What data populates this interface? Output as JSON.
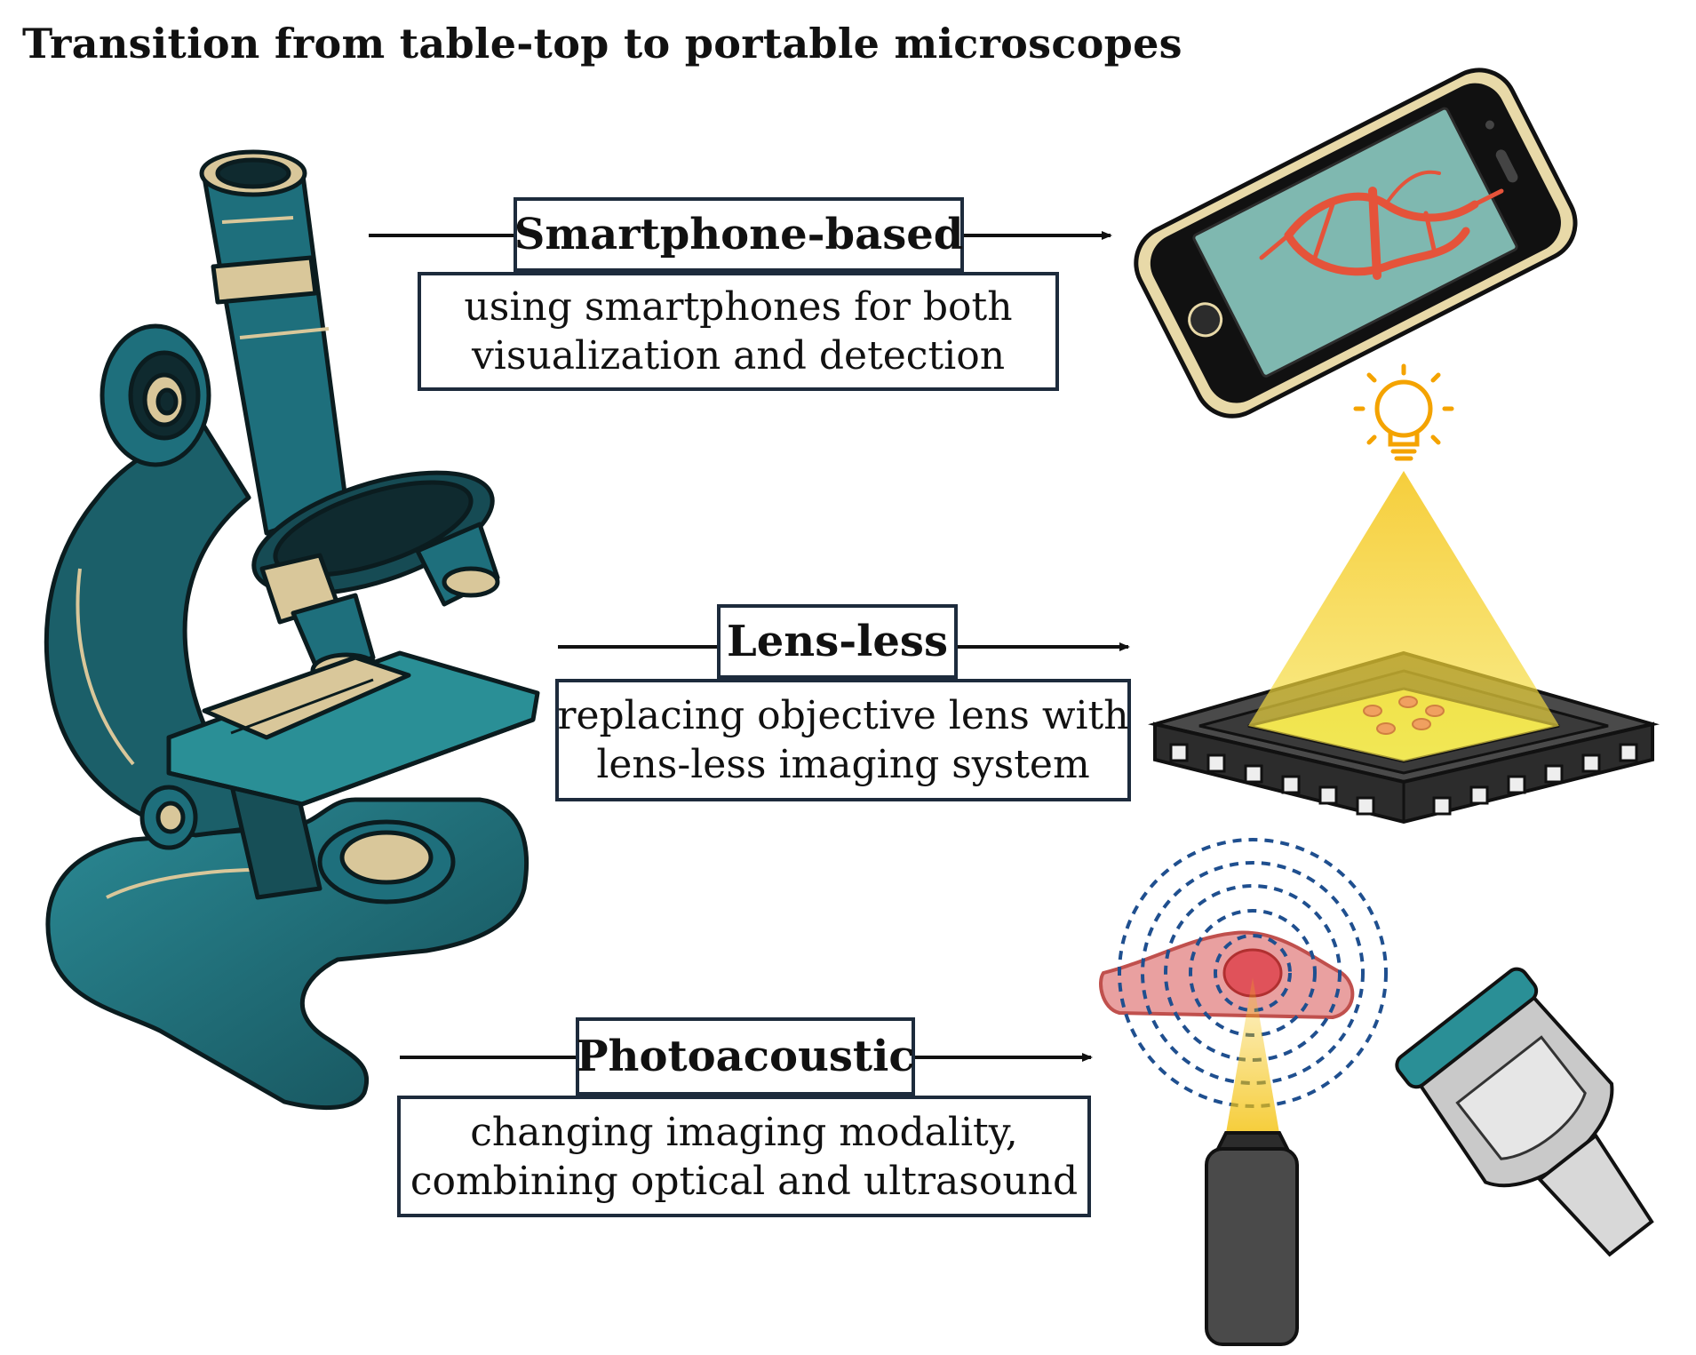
{
  "title": "Transition from table-top to portable microscopes",
  "colors": {
    "box_border": "#1d2b3c",
    "microscope_teal": "#1e6f7c",
    "microscope_dark": "#0f2a2f",
    "microscope_brass": "#d9c79a",
    "phone_gold": "#e8d9a8",
    "phone_screen": "#7fb8b0",
    "vessels": "#e5533a",
    "light_yellow": "#f4c20d",
    "sensor_green": "#e8f26b",
    "chip_body": "#4a4a4a",
    "tissue_pink": "#e9a0a0",
    "waves_blue": "#1f4f8f",
    "probe_teal": "#2a8f96",
    "probe_grey": "#c9c9c9"
  },
  "methods": [
    {
      "name": "Smartphone-based",
      "description_line1": "using smartphones for both",
      "description_line2": "visualization and detection",
      "icon": "smartphone-icon"
    },
    {
      "name": "Lens-less",
      "description_line1": "replacing objective lens with",
      "description_line2": "lens-less imaging system",
      "icon": "image-sensor-chip-icon"
    },
    {
      "name": "Photoacoustic",
      "description_line1": "changing imaging modality,",
      "description_line2": "combining optical and ultrasound",
      "icon": "ultrasound-probe-icon"
    }
  ]
}
